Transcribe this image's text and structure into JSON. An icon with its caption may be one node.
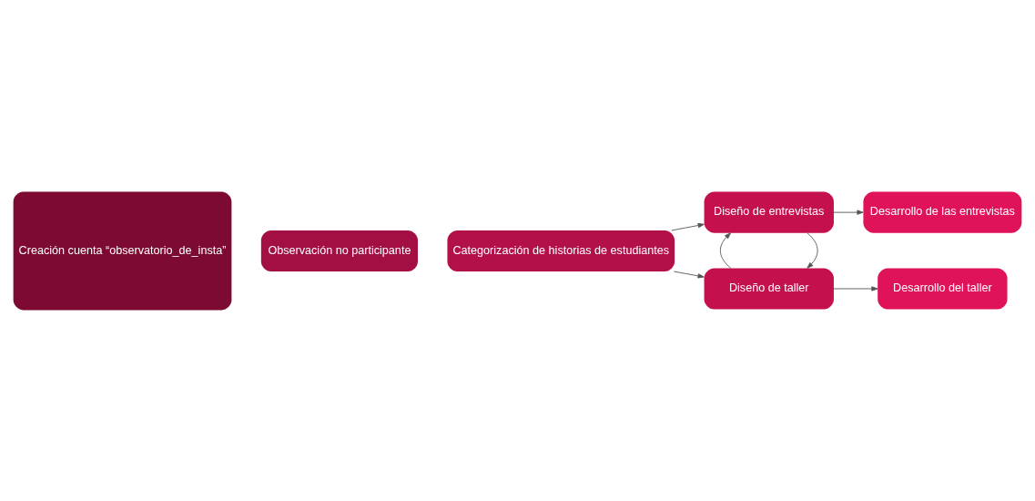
{
  "diagram": {
    "nodes": [
      {
        "text": [
          "Creación cuenta “observatorio_de_insta”"
        ]
      },
      {
        "text": [
          "Observación no participante"
        ]
      },
      {
        "text": [
          "Categorización de historias de estudiantes"
        ]
      },
      {
        "text": [
          "Diseño de taller"
        ]
      },
      {
        "text": [
          "Desarrollo del taller"
        ]
      },
      {
        "text": [
          "Diseño de entrevistas"
        ]
      },
      {
        "text": [
          "Desarrollo de las entrevistas"
        ]
      }
    ],
    "edges": [
      {
        "from": 2,
        "to": 3,
        "arrow": "to"
      },
      {
        "from": 2,
        "to": 5,
        "arrow": "to"
      },
      {
        "from": 5,
        "to": 3,
        "arrow": "to"
      },
      {
        "from": 3,
        "to": 5,
        "arrow": "to"
      },
      {
        "from": 3,
        "to": 4,
        "arrow": "to"
      },
      {
        "from": 5,
        "to": 6,
        "arrow": "to"
      }
    ]
  }
}
